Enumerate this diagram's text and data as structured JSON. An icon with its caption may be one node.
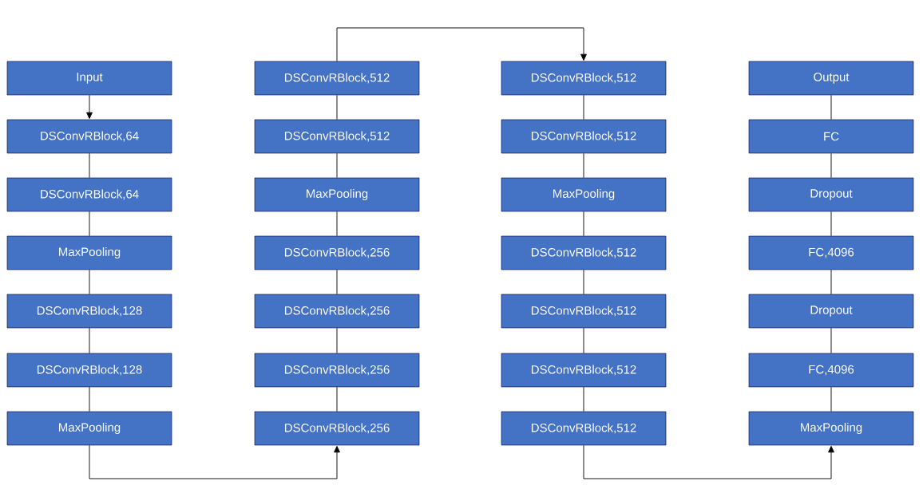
{
  "diagram": {
    "nodes": [
      {
        "text": [
          "Input"
        ]
      },
      {
        "text": [
          "DSConvRBlock,64"
        ]
      },
      {
        "text": [
          "DSConvRBlock,64"
        ]
      },
      {
        "text": [
          "MaxPooling"
        ]
      },
      {
        "text": [
          "DSConvRBlock,128"
        ]
      },
      {
        "text": [
          "DSConvRBlock,128"
        ]
      },
      {
        "text": [
          "MaxPooling"
        ]
      },
      {
        "text": [
          "DSConvRBlock,512"
        ]
      },
      {
        "text": [
          "DSConvRBlock,512"
        ]
      },
      {
        "text": [
          "MaxPooling"
        ]
      },
      {
        "text": [
          "DSConvRBlock,256"
        ]
      },
      {
        "text": [
          "DSConvRBlock,256"
        ]
      },
      {
        "text": [
          "DSConvRBlock,256"
        ]
      },
      {
        "text": [
          "DSConvRBlock,256"
        ]
      },
      {
        "text": [
          "DSConvRBlock,512"
        ]
      },
      {
        "text": [
          "DSConvRBlock,512"
        ]
      },
      {
        "text": [
          "MaxPooling"
        ]
      },
      {
        "text": [
          "DSConvRBlock,512"
        ]
      },
      {
        "text": [
          "DSConvRBlock,512"
        ]
      },
      {
        "text": [
          "DSConvRBlock,512"
        ]
      },
      {
        "text": [
          "DSConvRBlock,512"
        ]
      },
      {
        "text": [
          "Output"
        ]
      },
      {
        "text": [
          "FC"
        ]
      },
      {
        "text": [
          "Dropout"
        ]
      },
      {
        "text": [
          "FC,4096"
        ]
      },
      {
        "text": [
          "Dropout"
        ]
      },
      {
        "text": [
          "FC,4096"
        ]
      },
      {
        "text": [
          "MaxPooling"
        ]
      }
    ],
    "edges": [
      {
        "from": 0,
        "to": 1,
        "arrow": "to"
      },
      {
        "from": 1,
        "to": 2,
        "arrow": "none"
      },
      {
        "from": 2,
        "to": 3,
        "arrow": "none"
      },
      {
        "from": 3,
        "to": 4,
        "arrow": "none"
      },
      {
        "from": 4,
        "to": 5,
        "arrow": "none"
      },
      {
        "from": 5,
        "to": 6,
        "arrow": "none"
      },
      {
        "from": 6,
        "to": 13,
        "arrow": "to"
      },
      {
        "from": 13,
        "to": 12,
        "arrow": "none"
      },
      {
        "from": 12,
        "to": 11,
        "arrow": "none"
      },
      {
        "from": 11,
        "to": 10,
        "arrow": "none"
      },
      {
        "from": 10,
        "to": 9,
        "arrow": "none"
      },
      {
        "from": 9,
        "to": 8,
        "arrow": "none"
      },
      {
        "from": 8,
        "to": 7,
        "arrow": "none"
      },
      {
        "from": 7,
        "to": 14,
        "arrow": "to"
      },
      {
        "from": 14,
        "to": 15,
        "arrow": "none"
      },
      {
        "from": 15,
        "to": 16,
        "arrow": "none"
      },
      {
        "from": 16,
        "to": 17,
        "arrow": "none"
      },
      {
        "from": 17,
        "to": 18,
        "arrow": "none"
      },
      {
        "from": 18,
        "to": 19,
        "arrow": "none"
      },
      {
        "from": 19,
        "to": 20,
        "arrow": "none"
      },
      {
        "from": 20,
        "to": 27,
        "arrow": "to"
      },
      {
        "from": 27,
        "to": 26,
        "arrow": "none"
      },
      {
        "from": 26,
        "to": 25,
        "arrow": "none"
      },
      {
        "from": 25,
        "to": 24,
        "arrow": "none"
      },
      {
        "from": 24,
        "to": 23,
        "arrow": "none"
      },
      {
        "from": 23,
        "to": 22,
        "arrow": "none"
      },
      {
        "from": 22,
        "to": 21,
        "arrow": "none"
      }
    ]
  }
}
